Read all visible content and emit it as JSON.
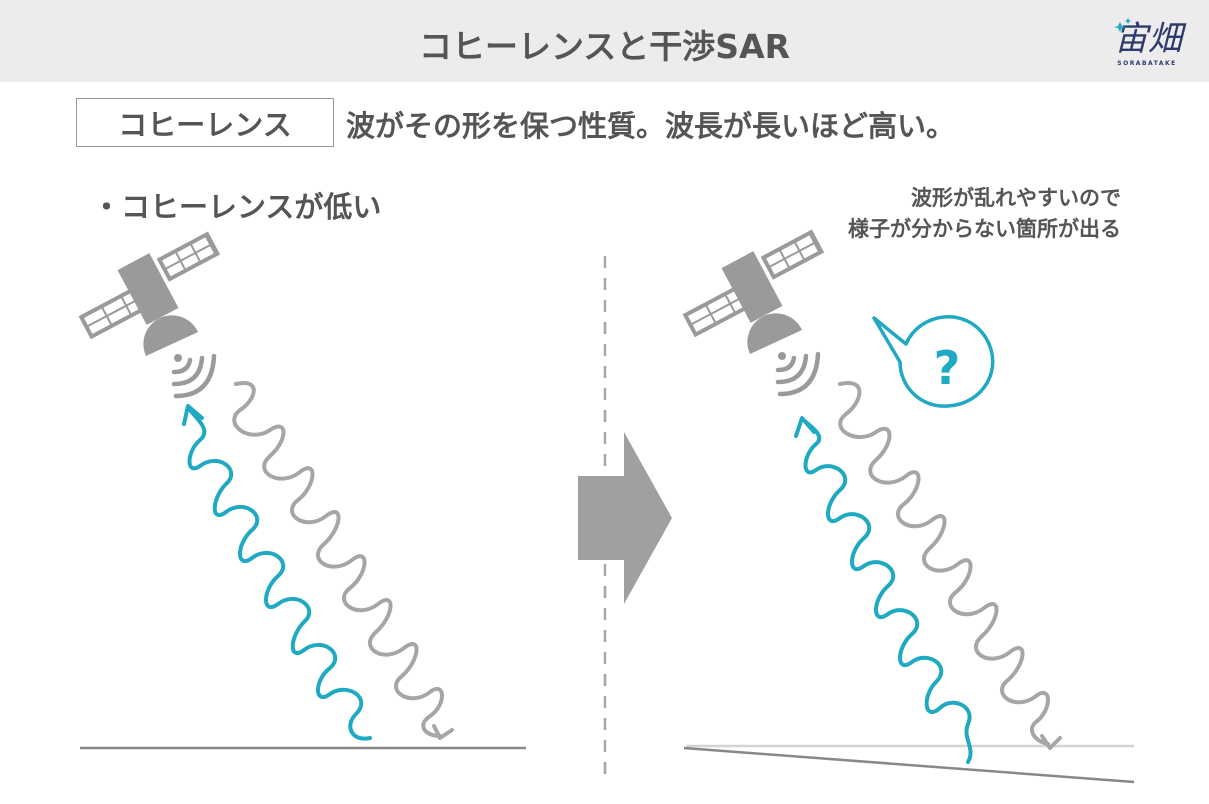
{
  "header": {
    "title": "コヒーレンスと干渉SAR",
    "logo_text": "宙畑",
    "logo_subtext": "SORABATAKE"
  },
  "definition": {
    "term": "コヒーレンス",
    "text": "波がその形を保つ性質。波長が長いほど高い。"
  },
  "left_panel": {
    "heading": "・コヒーレンスが低い"
  },
  "right_panel": {
    "note_lines": [
      "波形が乱れやすいので",
      "様子が分からない箇所が出る"
    ],
    "bubble_symbol": "?"
  },
  "colors": {
    "header_bg": "#ececec",
    "text": "#555555",
    "gray_shape": "#9a9a9a",
    "gray_wave": "#a6a6a6",
    "teal": "#1fa9c2",
    "logo_navy": "#2d3a6b"
  }
}
